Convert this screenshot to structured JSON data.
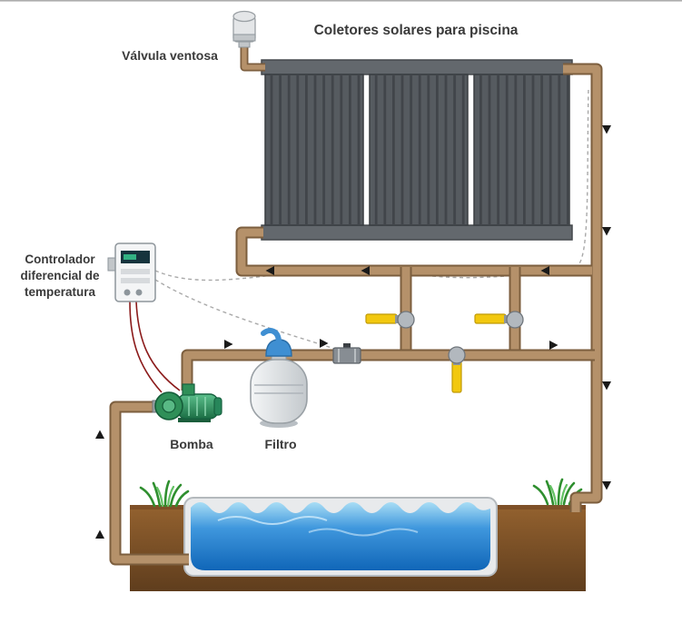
{
  "diagram": {
    "title": "Coletores solares para piscina",
    "labels": {
      "air_vent_valve": "Válvula ventosa",
      "controller_line1": "Controlador",
      "controller_line2": "diferencial de",
      "controller_line3": "temperatura",
      "pump": "Bomba",
      "filter": "Filtro"
    }
  },
  "colors": {
    "background": "#ffffff",
    "pipe": "#b5916a",
    "pipe_outline": "#7c5e3e",
    "collector_panel": "#565b60",
    "collector_stripe": "#41454a",
    "collector_header": "#63686d",
    "valve_handle_yellow": "#f2c80f",
    "valve_body": "#b2b8be",
    "pump_green_light": "#5cc08c",
    "pump_green_dark": "#1b6e44",
    "filter_body": "#f4f6f7",
    "filter_body_dark": "#c3c8cc",
    "filter_lid_blue": "#3f8fd2",
    "water_light": "#a8ddf5",
    "water_mid": "#3f97dd",
    "water_deep": "#1066b8",
    "dirt_brown": "#94622f",
    "dirt_dark": "#5f3d1d",
    "grass_green": "#2f8f2f",
    "wire_red": "#8b1a1a",
    "sensor_wire_gray": "#a9a9a9",
    "arrow_black": "#1a1a1a",
    "label_text": "#3a3a3a"
  }
}
